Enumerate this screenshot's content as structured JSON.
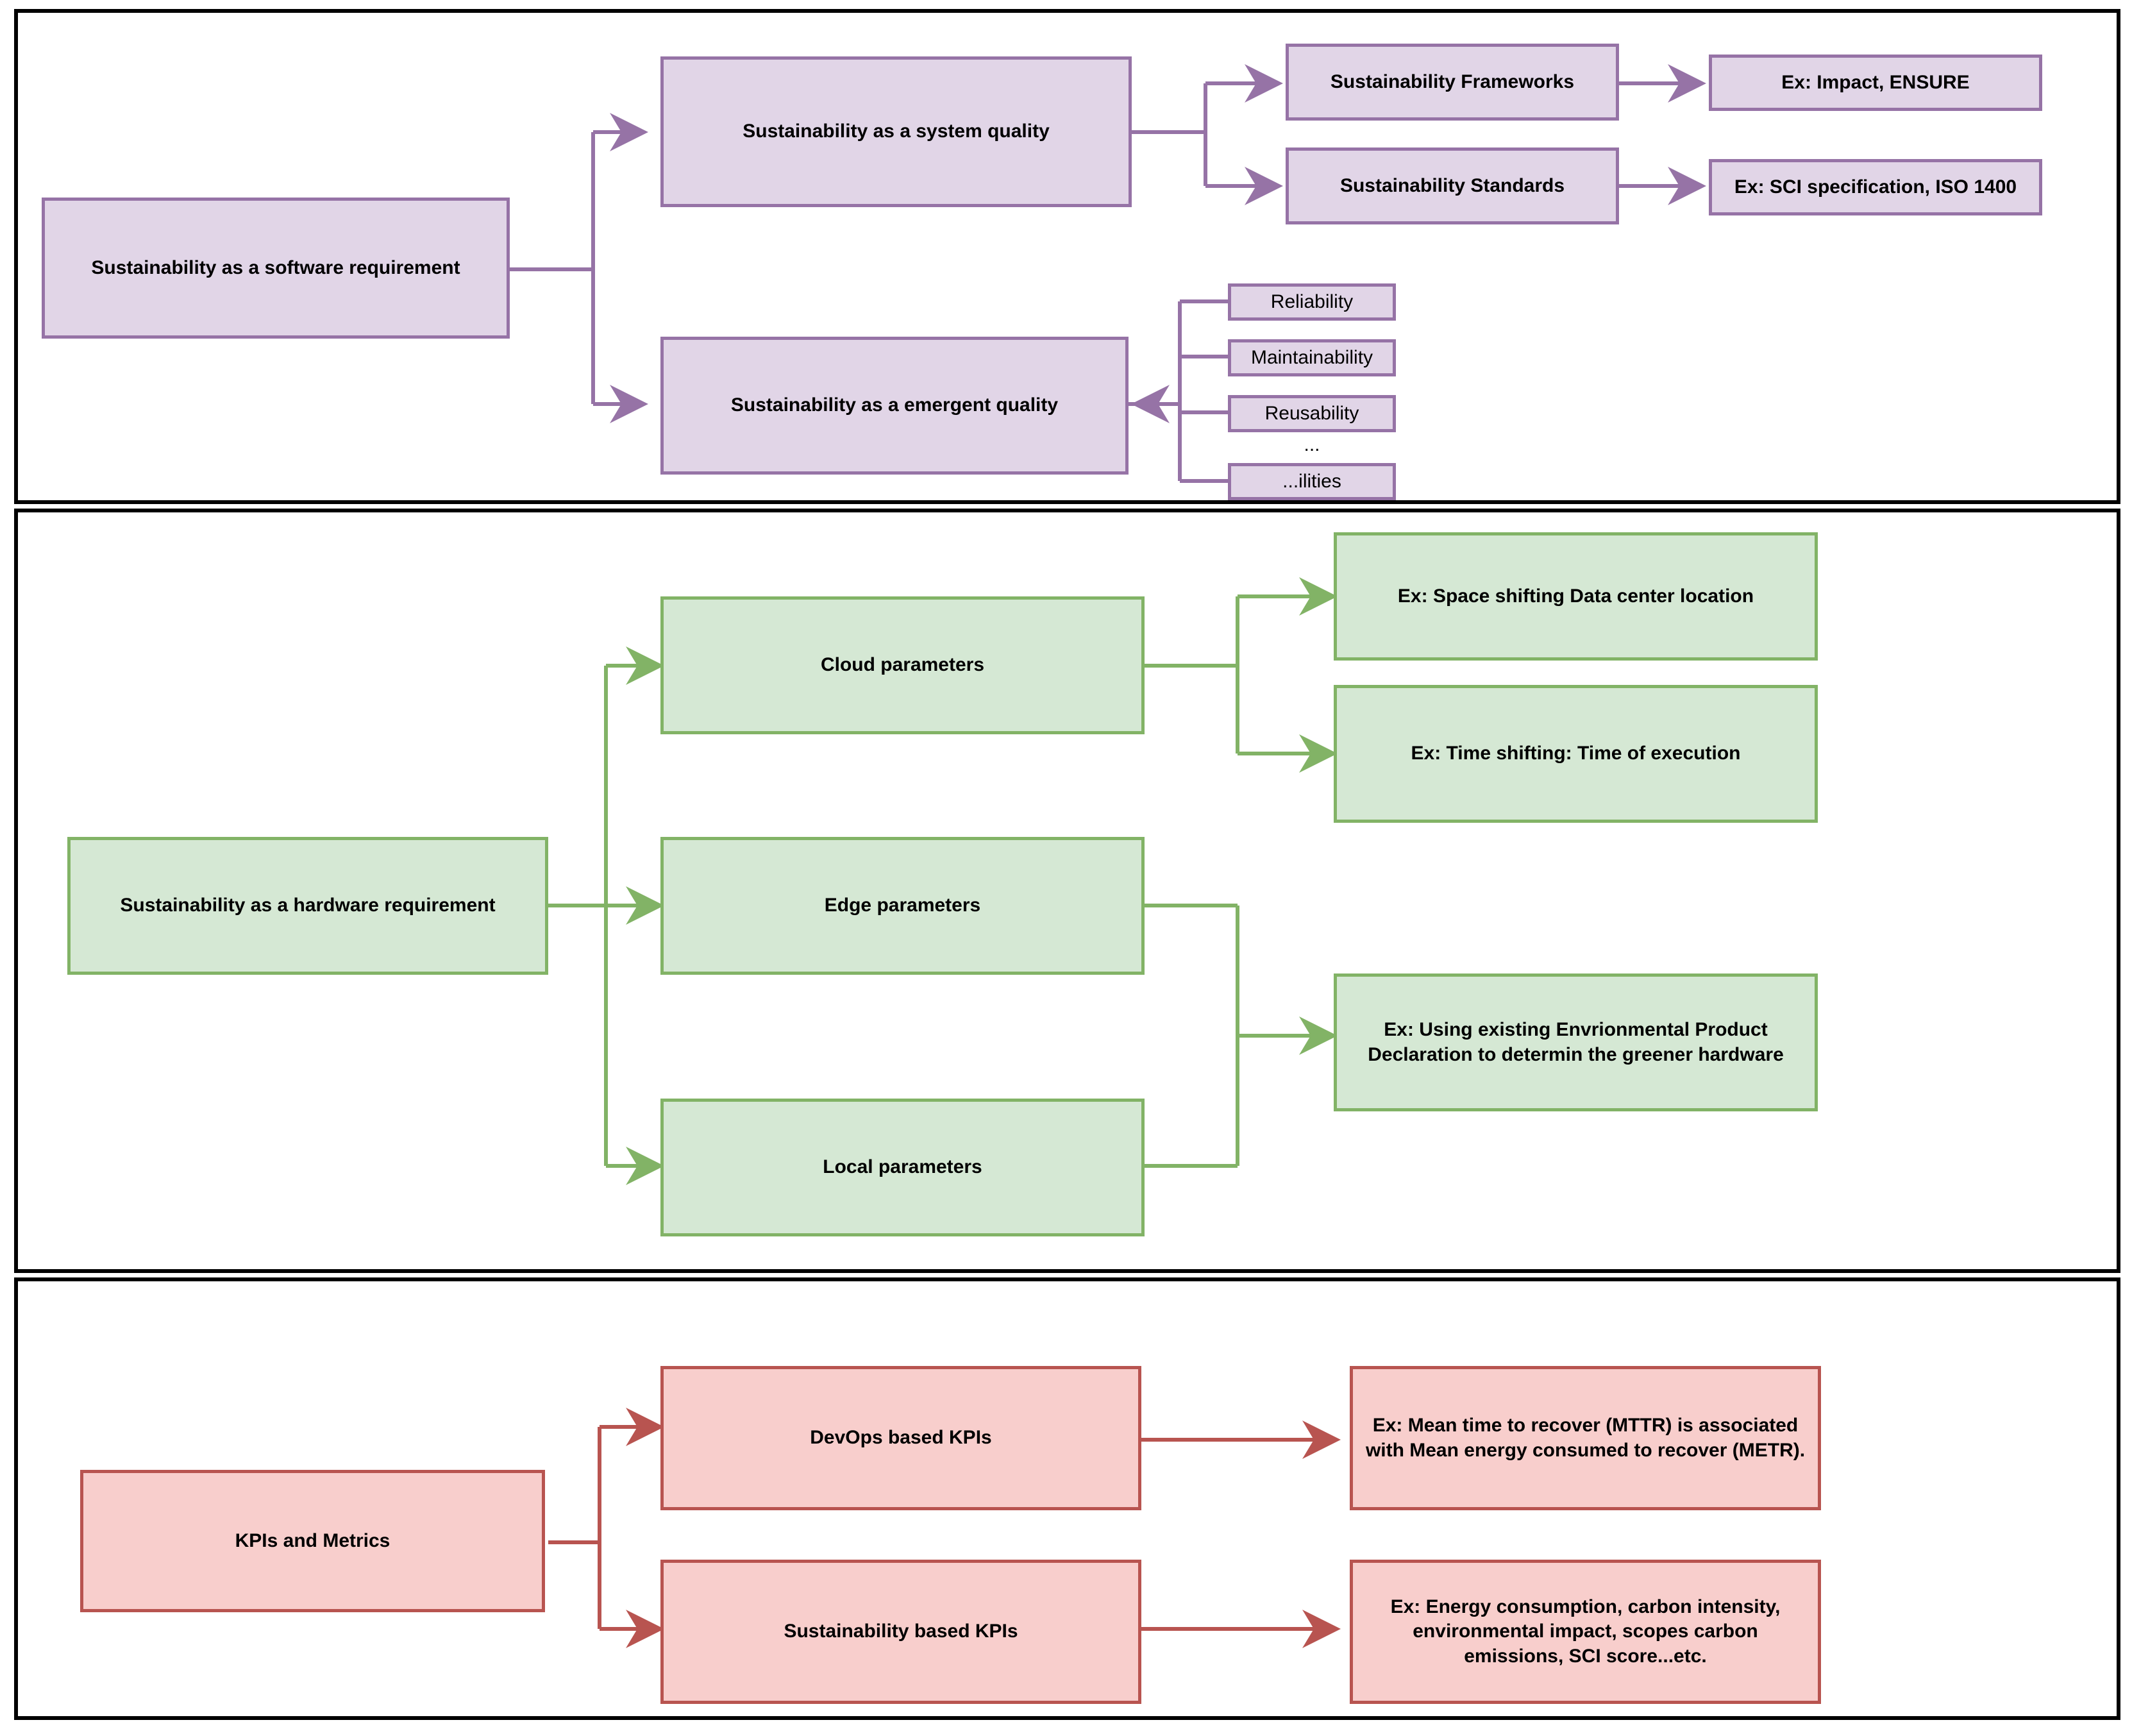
{
  "diagram": {
    "title_hidden": "",
    "panels": [
      {
        "id": "software",
        "accent": "#9673a6",
        "fill": "#e1d5e7",
        "nodes": {
          "root": "Sustainability as a software requirement",
          "system_quality": "Sustainability as a system quality",
          "emergent_quality": "Sustainability as a emergent quality",
          "frameworks": "Sustainability Frameworks",
          "standards": "Sustainability Standards",
          "frameworks_example": "Ex: Impact, ENSURE",
          "standards_example": "Ex: SCI specification, ISO 1400",
          "ilities": [
            "Reliability",
            "Maintainability",
            "Reusability",
            "...ilities"
          ],
          "ellipsis": "..."
        }
      },
      {
        "id": "hardware",
        "accent": "#82b366",
        "fill": "#d5e8d4",
        "nodes": {
          "root": "Sustainability as a hardware requirement",
          "cloud": "Cloud parameters",
          "edge": "Edge parameters",
          "local": "Local parameters",
          "cloud_example_1": "Ex: Space shifting Data center location",
          "cloud_example_2": "Ex: Time shifting: Time of execution",
          "hardware_example": "Ex: Using existing Envrionmental Product Declaration to determin the greener hardware"
        }
      },
      {
        "id": "kpis",
        "accent": "#b85450",
        "fill": "#f8cecc",
        "nodes": {
          "root": "KPIs and Metrics",
          "devops_kpis": "DevOps based KPIs",
          "sustainability_kpis": "Sustainability based KPIs",
          "devops_example": "Ex: Mean time to recover (MTTR) is associated with Mean energy consumed to recover (METR).",
          "sustainability_example": "Ex: Energy consumption, carbon intensity, environmental impact, scopes carbon emissions, SCI score...etc."
        }
      }
    ]
  }
}
